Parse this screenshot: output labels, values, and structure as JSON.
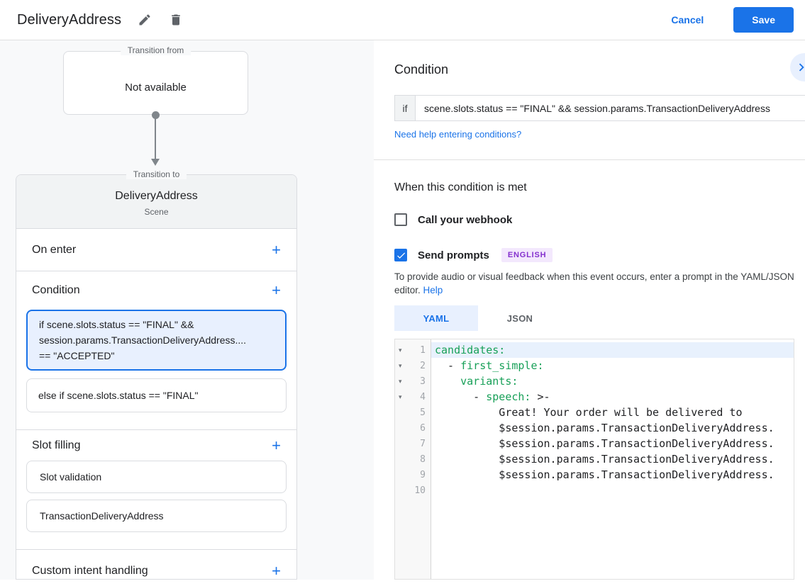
{
  "header": {
    "title": "DeliveryAddress",
    "cancel_label": "Cancel",
    "save_label": "Save"
  },
  "graph": {
    "from_label": "Transition from",
    "from_value": "Not available",
    "to_label": "Transition to",
    "scene_name": "DeliveryAddress",
    "scene_subtitle": "Scene"
  },
  "scene": {
    "on_enter_label": "On enter",
    "condition_label": "Condition",
    "slot_filling_label": "Slot filling",
    "custom_intent_label": "Custom intent handling",
    "condition_cards": [
      {
        "selected": true,
        "lines": [
          "if scene.slots.status == \"FINAL\" &&",
          "session.params.TransactionDeliveryAddress....",
          "== \"ACCEPTED\""
        ]
      },
      {
        "selected": false,
        "lines": [
          "else if scene.slots.status == \"FINAL\""
        ]
      }
    ],
    "slot_cards": [
      "Slot validation",
      "TransactionDeliveryAddress"
    ]
  },
  "condition_panel": {
    "title": "Condition",
    "if_label": "if",
    "expression": "scene.slots.status == \"FINAL\" && session.params.TransactionDeliveryAddress",
    "help_link_label": "Need help entering conditions?"
  },
  "when_met": {
    "title": "When this condition is met",
    "webhook_label": "Call your webhook",
    "webhook_checked": false,
    "prompts_label": "Send prompts",
    "prompts_checked": true,
    "language_badge": "ENGLISH",
    "description": "To provide audio or visual feedback when this event occurs, enter a prompt in the YAML/JSON editor.",
    "help_link_label": "Help"
  },
  "editor": {
    "tabs": [
      {
        "label": "YAML",
        "active": true
      },
      {
        "label": "JSON",
        "active": false
      }
    ],
    "fold_glyph": "▾",
    "lines": [
      {
        "num": "1",
        "fold": true,
        "highlight": true,
        "segments": [
          {
            "style": "key",
            "text": "candidates:"
          }
        ]
      },
      {
        "num": "2",
        "fold": true,
        "segments": [
          {
            "style": "plain",
            "text": "  - "
          },
          {
            "style": "key",
            "text": "first_simple:"
          }
        ]
      },
      {
        "num": "3",
        "fold": true,
        "segments": [
          {
            "style": "plain",
            "text": "    "
          },
          {
            "style": "key",
            "text": "variants:"
          }
        ]
      },
      {
        "num": "4",
        "fold": true,
        "segments": [
          {
            "style": "plain",
            "text": "      - "
          },
          {
            "style": "key",
            "text": "speech:"
          },
          {
            "style": "plain",
            "text": " >-"
          }
        ]
      },
      {
        "num": "5",
        "segments": [
          {
            "style": "plain",
            "text": "          Great! Your order will be delivered to"
          }
        ]
      },
      {
        "num": "6",
        "segments": [
          {
            "style": "plain",
            "text": "          $session.params.TransactionDeliveryAddress."
          }
        ]
      },
      {
        "num": "7",
        "segments": [
          {
            "style": "plain",
            "text": "          $session.params.TransactionDeliveryAddress."
          }
        ]
      },
      {
        "num": "8",
        "segments": [
          {
            "style": "plain",
            "text": "          $session.params.TransactionDeliveryAddress."
          }
        ]
      },
      {
        "num": "9",
        "segments": [
          {
            "style": "plain",
            "text": "          $session.params.TransactionDeliveryAddress."
          }
        ]
      },
      {
        "num": "10",
        "segments": []
      }
    ]
  },
  "icons": {
    "add_glyph": "+"
  },
  "colors": {
    "accent_blue": "#1a73e8",
    "selected_bg": "#e8f0fe",
    "badge_bg": "#f3e8fd",
    "badge_text": "#8430ce",
    "yaml_key_green": "#18a058"
  }
}
